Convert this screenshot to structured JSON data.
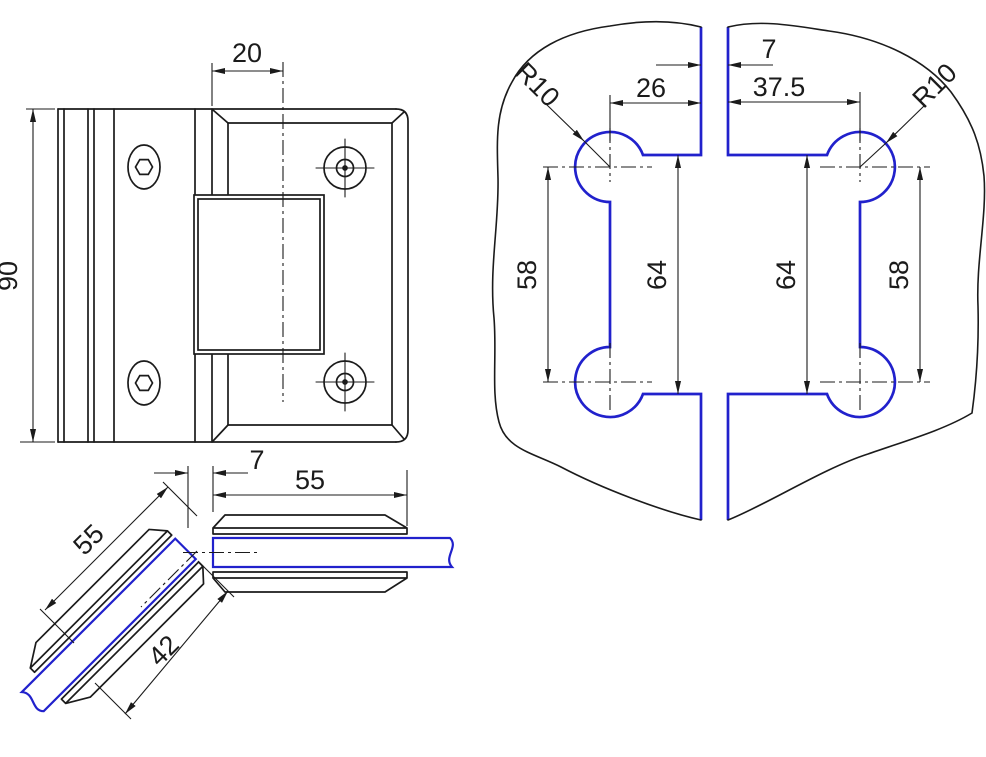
{
  "colors": {
    "line": "#1b1b1b",
    "glass": "#2121cc",
    "background": "#ffffff"
  },
  "front_view": {
    "dim_top_width": "20",
    "dim_height": "90"
  },
  "top_view": {
    "dim_pivot_offset": "7",
    "dim_clamp_length": "55",
    "dim_clamp_length_diagonal": "55",
    "dim_glass_bite": "42"
  },
  "cutout_view": {
    "dim_edge_gap": "7",
    "dim_notch_depth_left": "26",
    "dim_notch_depth_right": "37.5",
    "dim_radius_left": "R10",
    "dim_radius_right": "R10",
    "dim_hole_pitch_left": "58",
    "dim_notch_height_left": "64",
    "dim_notch_height_right": "64",
    "dim_hole_pitch_right": "58"
  }
}
